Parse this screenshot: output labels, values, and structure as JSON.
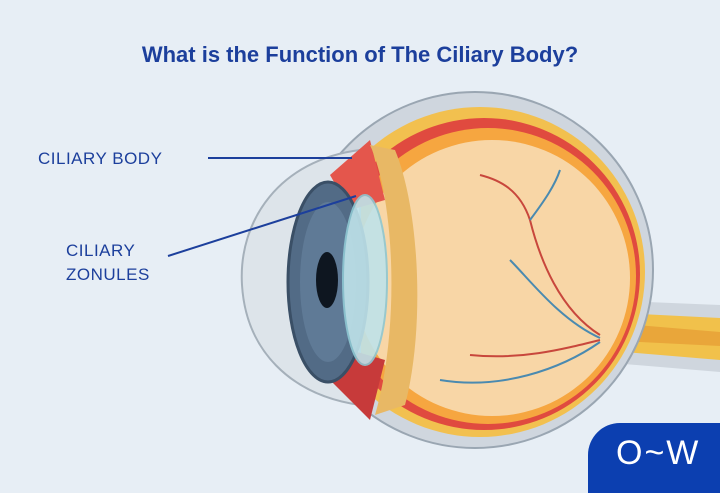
{
  "title": "What is the Function of The Ciliary Body?",
  "labels": {
    "ciliary_body": "CILIARY BODY",
    "ciliary_zonules_line1": "CILIARY",
    "ciliary_zonules_line2": "ZONULES"
  },
  "logo": "O~W",
  "colors": {
    "title": "#1c3f9c",
    "background": "#e7eef5",
    "logo_bg": "#0c3fb0"
  }
}
